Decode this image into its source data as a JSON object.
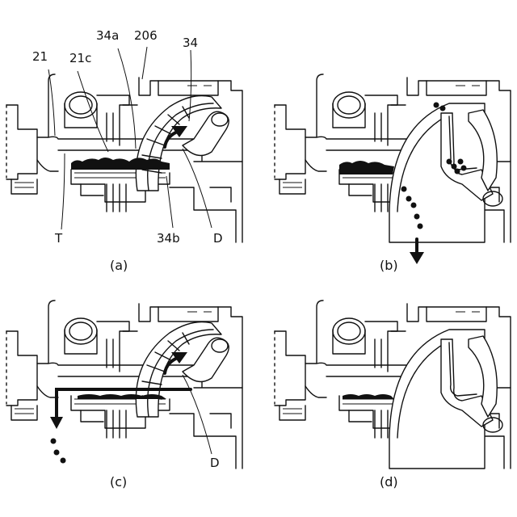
{
  "panels": [
    {
      "caption": "(a)"
    },
    {
      "caption": "(b)"
    },
    {
      "caption": "(c)"
    },
    {
      "caption": "(d)"
    }
  ],
  "labels": {
    "l21": "21",
    "l21c": "21c",
    "l34a": "34a",
    "l206": "206",
    "l34": "34",
    "lT": "T",
    "l34b": "34b",
    "lD": "D",
    "lD_c": "D"
  }
}
